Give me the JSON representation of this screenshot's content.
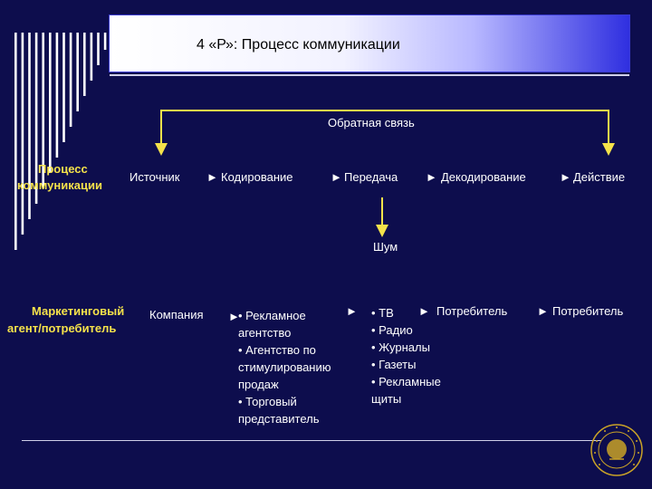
{
  "title": "4 «Р»: Процесс коммуникации",
  "feedback_label": "Обратная связь",
  "noise_label": "Шум",
  "rows": {
    "process": {
      "label_line1": "Процесс",
      "label_line2": "коммуникации",
      "source": "Источник",
      "encoding": "Кодирование",
      "transmission": "Передача",
      "decoding": "Декодирование",
      "action": "Действие"
    },
    "marketing": {
      "label_line1": "Маркетинговый",
      "label_line2": "агент/потребитель",
      "company": "Компания",
      "agencies": [
        "• Рекламное",
        "агентство",
        "• Агентство по",
        "стимулированию",
        "продаж",
        "• Торговый",
        "представитель"
      ],
      "media": [
        "• ТВ",
        "• Радио",
        "• Журналы",
        "• Газеты",
        "• Рекламные",
        "щиты"
      ],
      "consumer_1": "Потребитель",
      "consumer_2": "Потребитель"
    }
  },
  "arrow_glyph": "►",
  "colors": {
    "background": "#0d0d4d",
    "accent_yellow": "#f5e24a",
    "text": "#ffffff"
  }
}
